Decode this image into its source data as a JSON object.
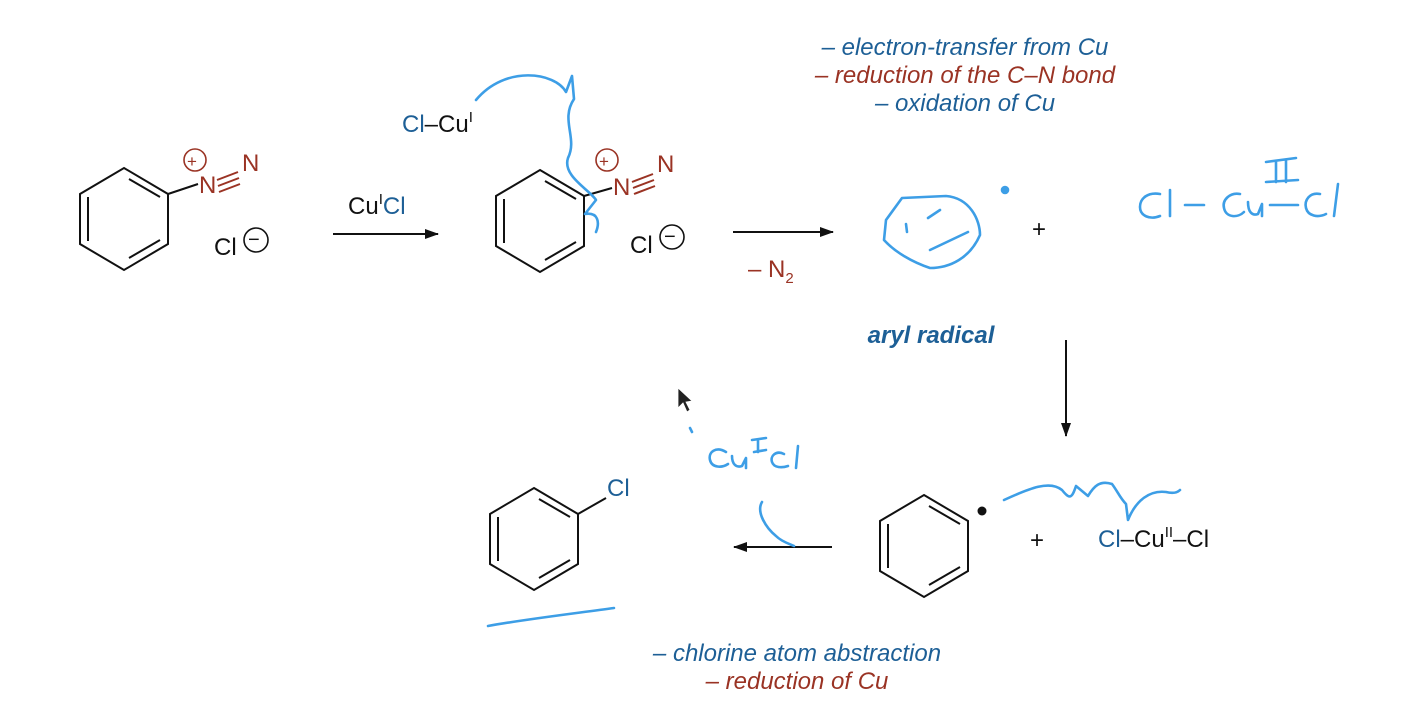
{
  "top_notes": {
    "line1": "– electron-transfer from Cu",
    "line2": "– reduction of the C–N bond",
    "line3": "– oxidation of Cu"
  },
  "bottom_notes": {
    "line1": "– chlorine atom abstraction",
    "line2": "– reduction of Cu"
  },
  "reagent1": {
    "cu": "Cu",
    "ox": "I",
    "cl": "Cl"
  },
  "cucl_label": {
    "cl": "Cl",
    "dash": "–Cu",
    "ox": "I"
  },
  "diazonium": {
    "n": "N",
    "plus": "+",
    "counter_ion": "Cl",
    "minus": "−"
  },
  "loss": {
    "text": "– N",
    "sub": "2"
  },
  "aryl_radical_label": "aryl radical",
  "plus_sign": "+",
  "cucl2": {
    "cl1": "Cl",
    "cu": "–Cu",
    "ox": "II",
    "cl2": "–Cl"
  },
  "product": {
    "substituent": "Cl"
  },
  "handwritten": {
    "cucl2": "Cl – Cu – Cl",
    "cucl2_ox": "II",
    "cucl": "Cu Cl",
    "cucl_ox": "I"
  },
  "colors": {
    "ink": "#111111",
    "blue_text": "#1d5f96",
    "red_text": "#9a3324",
    "annotation": "#3d9ee6"
  }
}
